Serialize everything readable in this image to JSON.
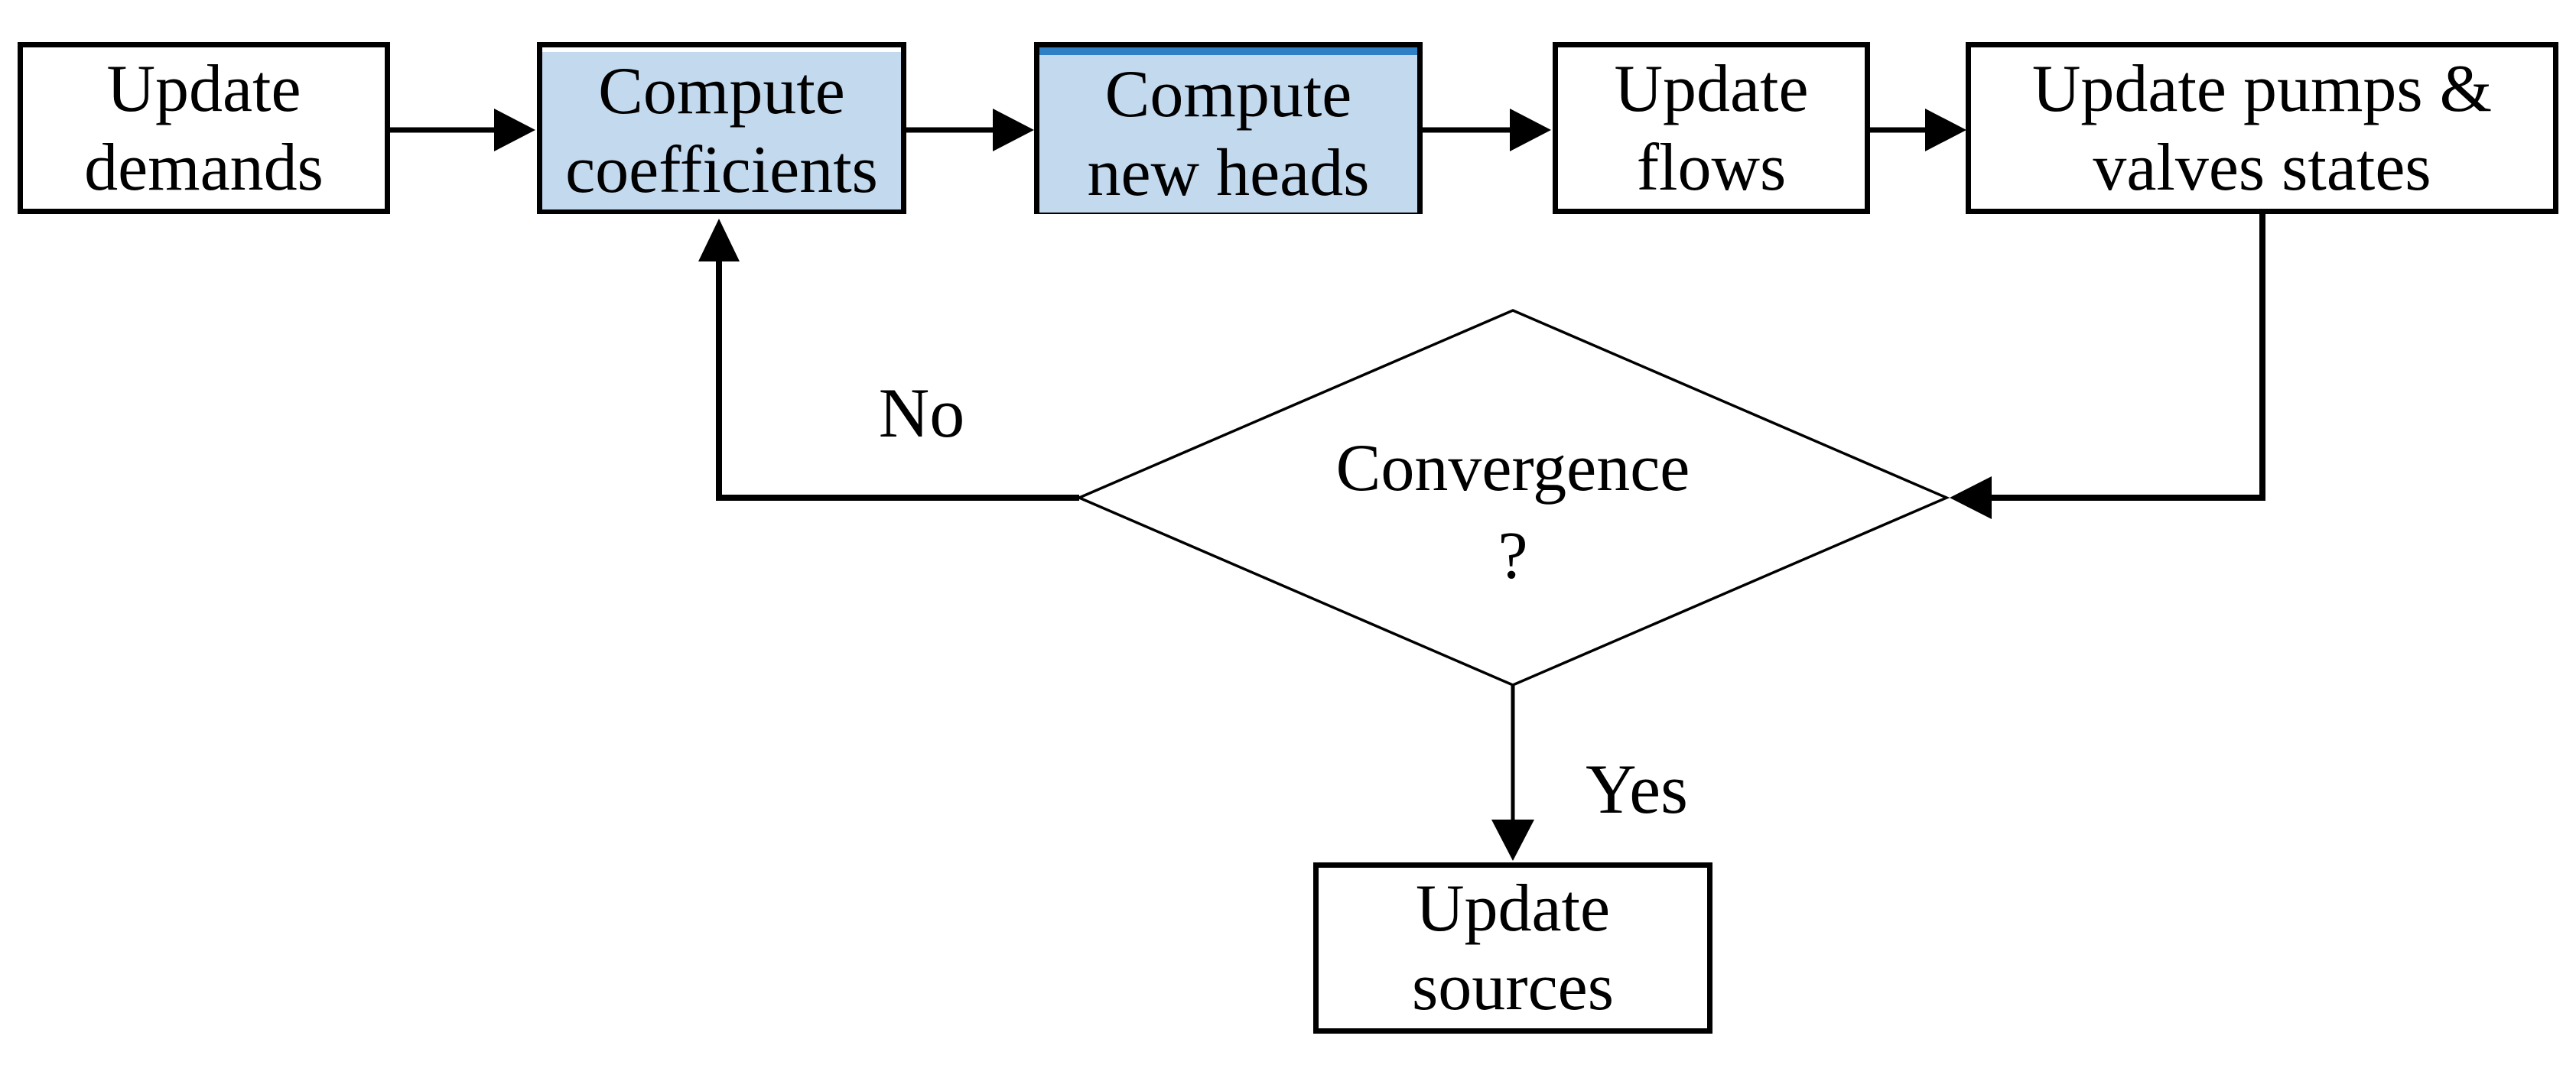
{
  "diagram": {
    "title": "Hydraulic solver iteration flowchart",
    "nodes": [
      {
        "id": "update-demands",
        "type": "process",
        "label": "Update demands",
        "lines": [
          "Update",
          "demands"
        ],
        "fill": "#ffffff",
        "accent": "",
        "accent_height": 0
      },
      {
        "id": "compute-coefficients",
        "type": "process",
        "label": "Compute coefficients",
        "lines": [
          "Compute",
          "coefficients"
        ],
        "fill": "#c3d9ee",
        "accent": "#ffffff",
        "accent_height": 6
      },
      {
        "id": "compute-new-heads",
        "type": "process",
        "label": "Compute new heads",
        "lines": [
          "Compute",
          "new heads"
        ],
        "fill": "#c3d9ee",
        "accent": "#2e7fc4",
        "accent_height": 10
      },
      {
        "id": "update-flows",
        "type": "process",
        "label": "Update flows",
        "lines": [
          "Update",
          "flows"
        ],
        "fill": "#ffffff",
        "accent": "",
        "accent_height": 0
      },
      {
        "id": "update-pumps-valves",
        "type": "process",
        "label": "Update pumps & valves states",
        "lines": [
          "Update pumps &",
          "valves states"
        ],
        "fill": "#ffffff",
        "accent": "",
        "accent_height": 0
      },
      {
        "id": "convergence",
        "type": "decision",
        "label": "Convergence ?",
        "lines": [
          "Convergence",
          "?"
        ],
        "fill": "#ffffff",
        "accent": "",
        "accent_height": 0
      },
      {
        "id": "update-sources",
        "type": "process",
        "label": "Update sources",
        "lines": [
          "Update",
          "sources"
        ],
        "fill": "#ffffff",
        "accent": "",
        "accent_height": 0
      }
    ],
    "edge_labels": {
      "no": "No",
      "yes": "Yes"
    },
    "colors": {
      "line": "#000000",
      "box_border": "#000000",
      "text": "#000000",
      "background": "#ffffff",
      "highlight_fill": "#c3d9ee",
      "highlight_accent": "#2e7fc4"
    }
  }
}
